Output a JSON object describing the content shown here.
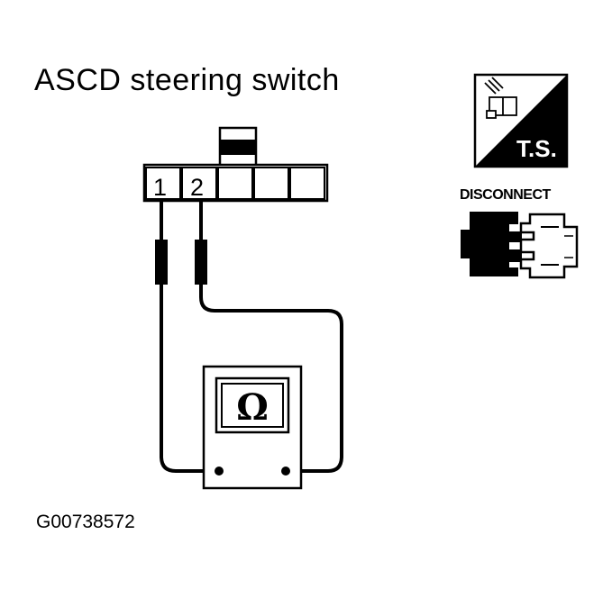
{
  "title": "ASCD steering switch",
  "figure_id": "G00738572",
  "connector": {
    "pins": [
      "1",
      "2"
    ]
  },
  "meter": {
    "symbol": "Ω"
  },
  "ts_badge": {
    "label": "T.S."
  },
  "disconnect": {
    "label": "DISCONNECT"
  }
}
